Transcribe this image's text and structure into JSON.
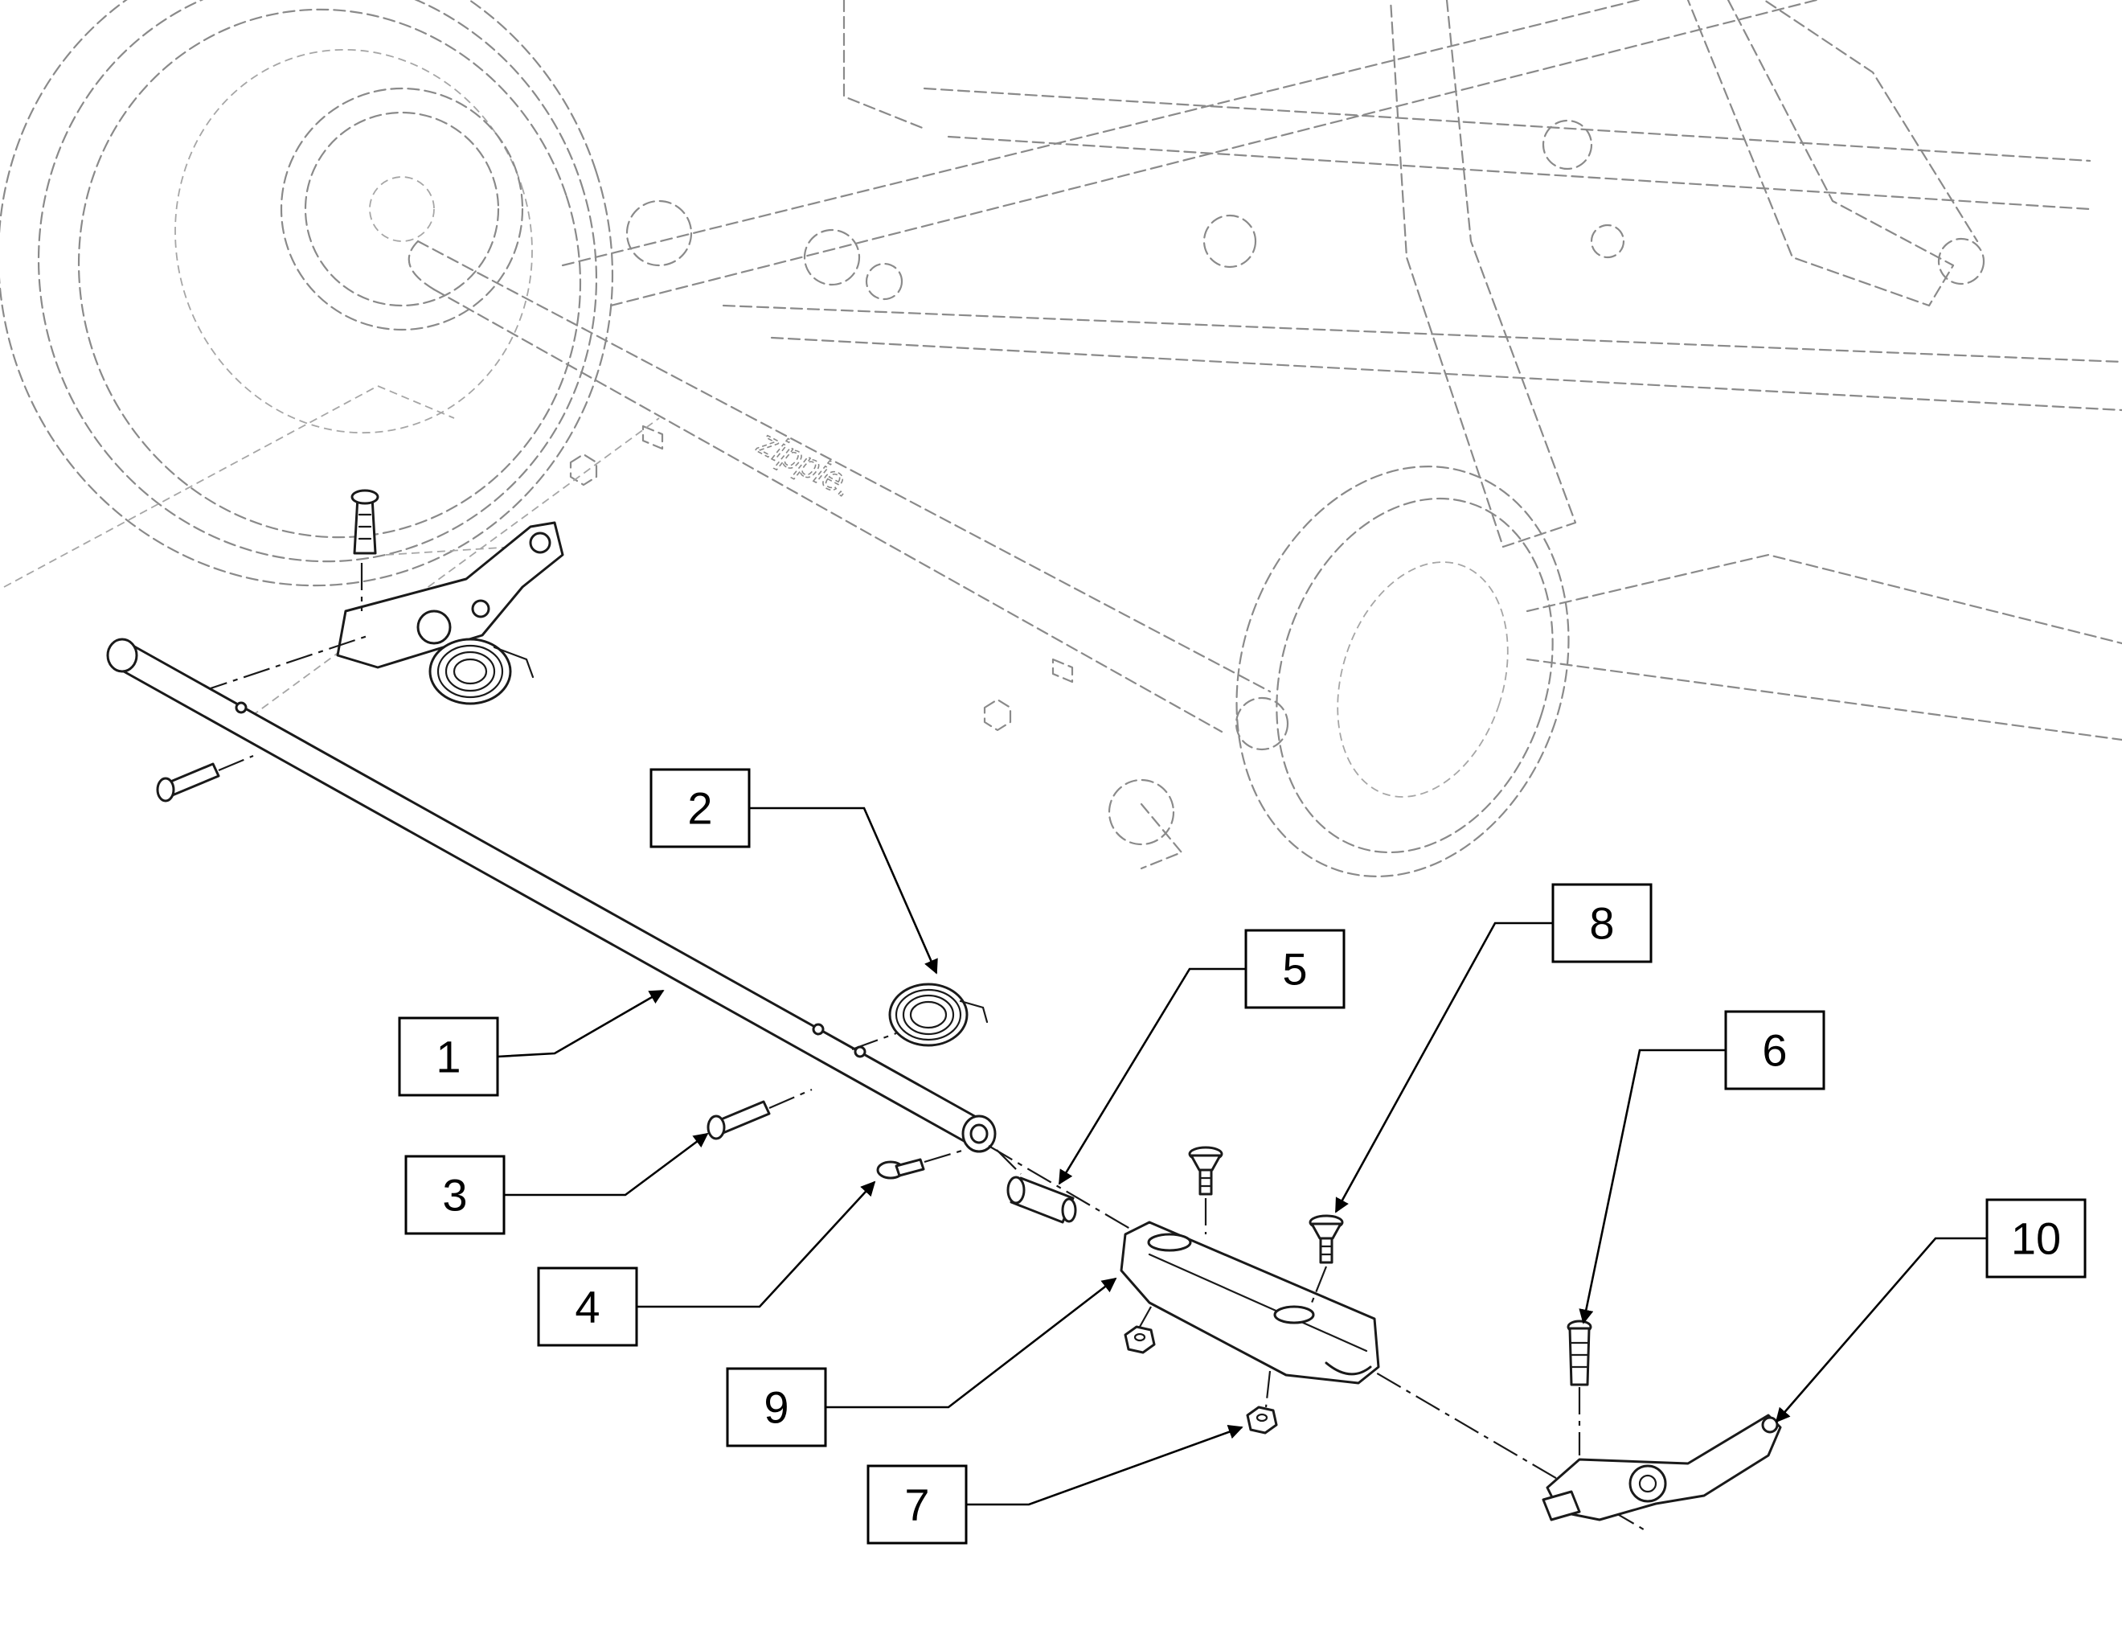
{
  "brand_mark": "zippie.",
  "callouts": [
    {
      "id": "1",
      "label": "1"
    },
    {
      "id": "2",
      "label": "2"
    },
    {
      "id": "3",
      "label": "3"
    },
    {
      "id": "4",
      "label": "4"
    },
    {
      "id": "5",
      "label": "5"
    },
    {
      "id": "6",
      "label": "6"
    },
    {
      "id": "7",
      "label": "7"
    },
    {
      "id": "8",
      "label": "8"
    },
    {
      "id": "9",
      "label": "9"
    },
    {
      "id": "10",
      "label": "10"
    }
  ]
}
